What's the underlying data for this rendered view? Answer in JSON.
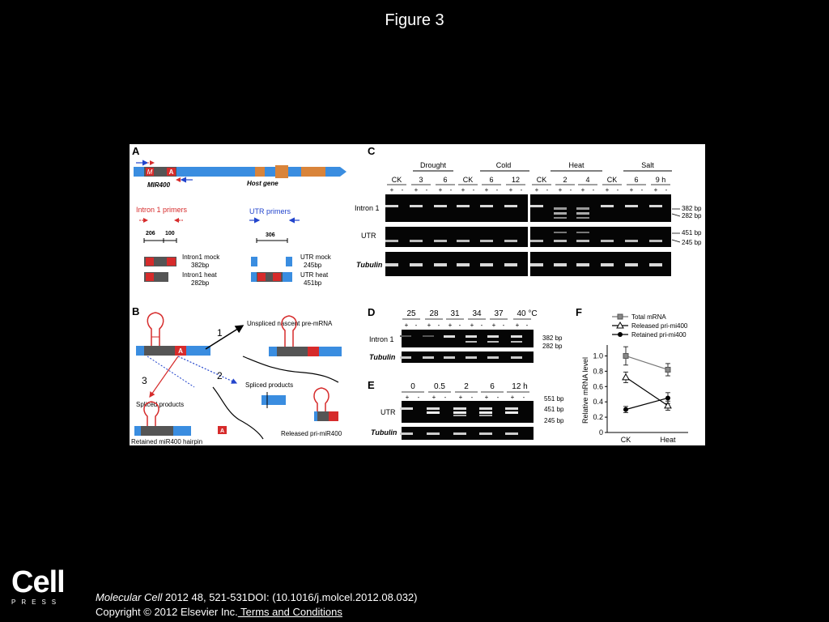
{
  "slide": {
    "title": "Figure 3",
    "citation_journal": "Molecular Cell",
    "citation_rest": " 2012 48, 521-531DOI: (10.1016/j.molcel.2012.08.032)",
    "copyright": "Copyright © 2012 Elsevier Inc.",
    "terms_link": " Terms and Conditions",
    "logo_word": "Cell",
    "logo_press": "PRESS"
  },
  "panelA": {
    "letter": "A",
    "gene_label": "MIR400",
    "host_label": "Host gene",
    "m_mark": "M",
    "a_mark": "A",
    "intron_primers": "Intron 1 primers",
    "utr_primers": "UTR primers",
    "len_206": "206",
    "len_100": "100",
    "len_306": "306",
    "intron_mock_1": "Intron1 mock",
    "intron_mock_2": "382bp",
    "intron_heat_1": "Intron1 heat",
    "intron_heat_2": "282bp",
    "utr_mock_1": "UTR mock",
    "utr_mock_2": "245bp",
    "utr_heat_1": "UTR heat",
    "utr_heat_2": "451bp"
  },
  "panelB": {
    "letter": "B",
    "step1": "1",
    "step2": "2",
    "step3": "3",
    "unspliced": "Unspliced nascent pre-mRNA",
    "spliced_right": "Spliced products",
    "spliced_left": "Spliced products",
    "retained": "Retained miR400 hairpin",
    "released": "Released pri-miR400",
    "a_mark": "A"
  },
  "panelC": {
    "letter": "C",
    "groups": [
      "Drought",
      "Cold",
      "Heat",
      "Salt"
    ],
    "lanes_left": [
      "CK",
      "3",
      "6",
      "CK",
      "6",
      "12"
    ],
    "lanes_right": [
      "CK",
      "2",
      "4",
      "CK",
      "6",
      "9 h"
    ],
    "plus": "+",
    "minus": "-",
    "rows": [
      "Intron 1",
      "UTR",
      "Tubulin"
    ],
    "size_382": "382 bp",
    "size_282": "282 bp",
    "size_451": "451 bp",
    "size_245": "245 bp"
  },
  "panelD": {
    "letter": "D",
    "temps": [
      "25",
      "28",
      "31",
      "34",
      "37",
      "40 °C"
    ],
    "rows": [
      "Intron 1",
      "Tubulin"
    ],
    "size_382": "382 bp",
    "size_282": "282 bp"
  },
  "panelE": {
    "letter": "E",
    "times": [
      "0",
      "0.5",
      "2",
      "6",
      "12 h"
    ],
    "rows": [
      "UTR",
      "Tubulin"
    ],
    "size_551": "551 bp",
    "size_451": "451 bp",
    "size_245": "245 bp"
  },
  "panelF": {
    "letter": "F",
    "chart_data": {
      "type": "line",
      "categories": [
        "CK",
        "Heat"
      ],
      "ylabel": "Relative mRNA level",
      "ylim": [
        0,
        1.1
      ],
      "yticks": [
        "0",
        "0.2",
        "0.4",
        "0.6",
        "0.8",
        "1.0"
      ],
      "legend_placement": "top",
      "series": [
        {
          "name": "Total mRNA",
          "values": [
            1.0,
            0.82
          ],
          "errors": [
            0.12,
            0.08
          ],
          "marker": "square"
        },
        {
          "name": "Released pri-mi400",
          "values": [
            0.72,
            0.35
          ],
          "errors": [
            0.07,
            0.06
          ],
          "marker": "triangle"
        },
        {
          "name": "Retained pri-mi400",
          "values": [
            0.3,
            0.45
          ],
          "errors": [
            0.04,
            0.07
          ],
          "marker": "circle"
        }
      ]
    }
  },
  "colors": {
    "blue": "#3a8de0",
    "orange": "#d9843a",
    "red": "#d62b2b",
    "dark": "#555555",
    "gel": "#050505"
  }
}
